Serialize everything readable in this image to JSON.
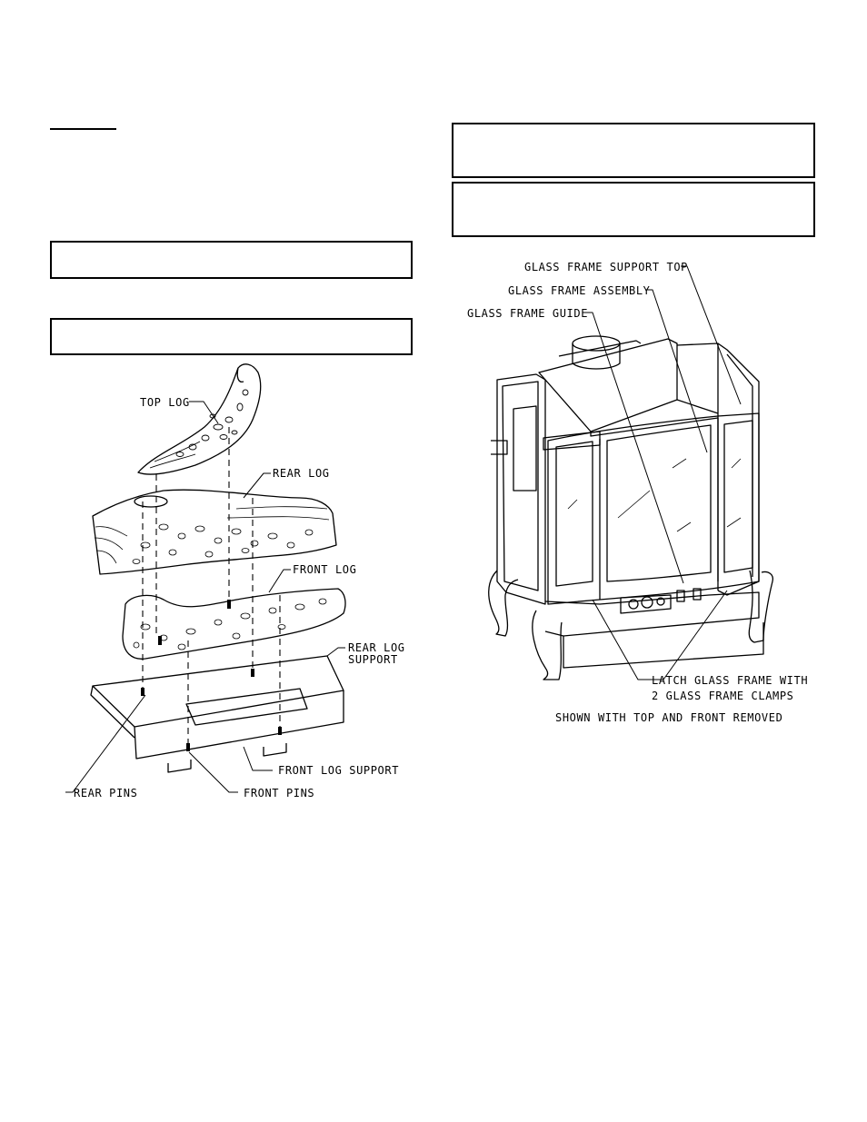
{
  "header": {
    "heading_text": ""
  },
  "notice_boxes": {
    "left_box_1": "",
    "left_box_2": "",
    "right_box_1": "",
    "right_box_2": ""
  },
  "log_diagram": {
    "labels": {
      "top_log": "TOP LOG",
      "rear_log": "REAR LOG",
      "front_log": "FRONT LOG",
      "rear_log_support_line1": "REAR LOG",
      "rear_log_support_line2": "SUPPORT",
      "front_log_support": "FRONT LOG SUPPORT",
      "rear_pins": "REAR PINS",
      "front_pins": "FRONT PINS"
    }
  },
  "stove_diagram": {
    "labels": {
      "glass_frame_support_top": "GLASS FRAME SUPPORT TOP",
      "glass_frame_assembly": "GLASS FRAME ASSEMBLY",
      "glass_frame_guide": "GLASS FRAME GUIDE",
      "latch_line1": "LATCH GLASS FRAME WITH",
      "latch_line2": "2 GLASS FRAME CLAMPS",
      "caption": "SHOWN WITH TOP AND FRONT REMOVED"
    }
  }
}
